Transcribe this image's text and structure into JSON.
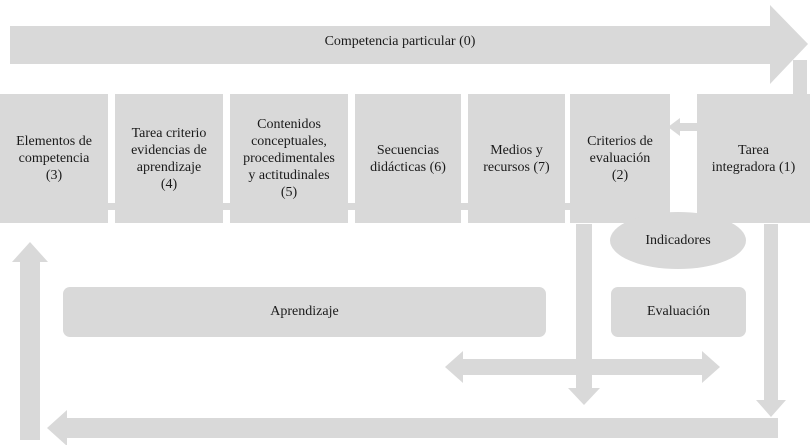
{
  "banner": {
    "label": "Competencia particular (0)"
  },
  "boxes": [
    {
      "label": "Elementos de\ncompetencia\n(3)"
    },
    {
      "label": "Tarea criterio\nevidencias de\naprendizaje\n(4)"
    },
    {
      "label": "Contenidos\nconceptuales,\nprocedimentales\ny actitudinales\n(5)"
    },
    {
      "label": "Secuencias\ndidácticas (6)"
    },
    {
      "label": "Medios y\nrecursos (7)"
    },
    {
      "label": "Criterios de\nevaluación\n(2)"
    },
    {
      "label": "Tarea\nintegradora (1)"
    }
  ],
  "indicadores": {
    "label": "Indicadores"
  },
  "aprendizaje": {
    "label": "Aprendizaje"
  },
  "evaluacion": {
    "label": "Evaluación"
  }
}
